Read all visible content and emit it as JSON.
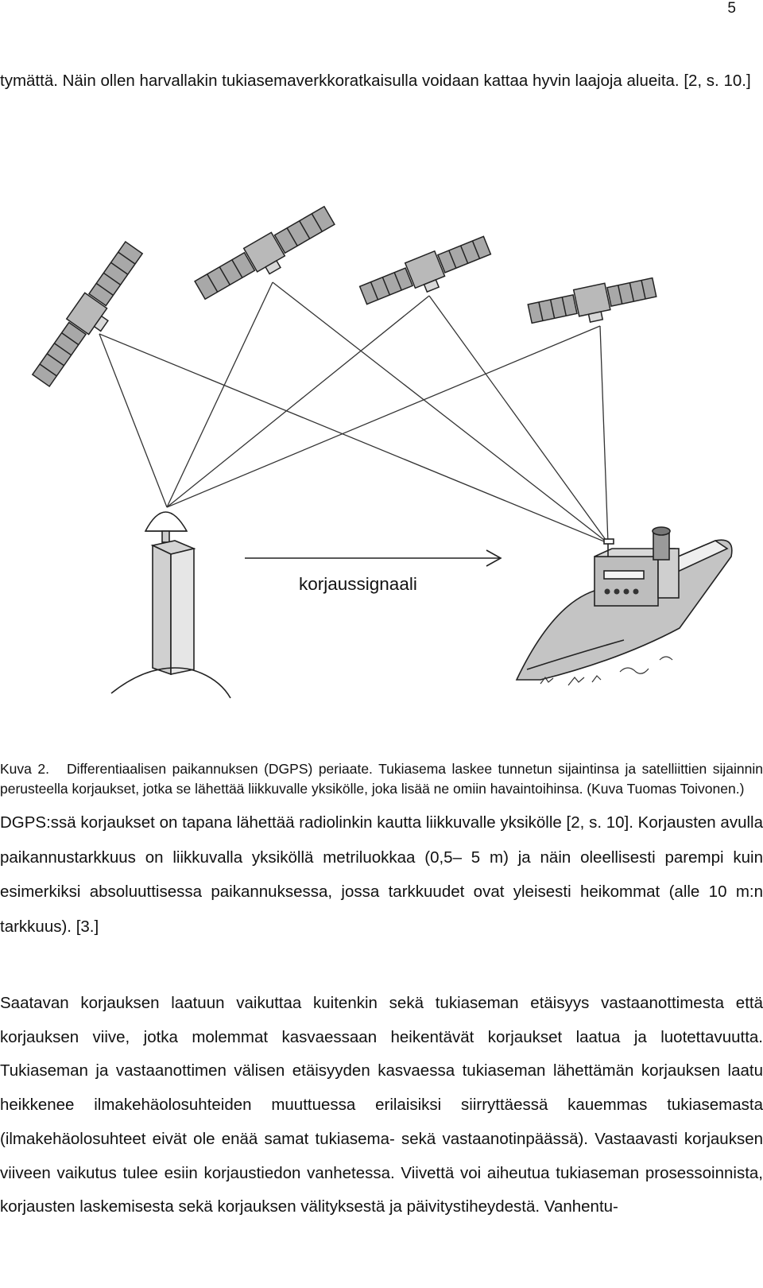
{
  "page": {
    "number": "5"
  },
  "paragraphs": {
    "top": "tymättä. Näin ollen harvallakin tukiasemaverkkoratkaisulla voidaan kattaa hyvin laajoja alueita. [2, s. 10.]",
    "p2": "DGPS:ssä korjaukset on tapana lähettää radiolinkin kautta liikkuvalle yksikölle [2, s. 10]. Korjausten avulla paikannustarkkuus on liikkuvalla yksiköllä metriluokkaa (0,5– 5 m) ja näin oleellisesti parempi kuin esimerkiksi absoluuttisessa paikannuksessa, jossa tarkkuudet ovat yleisesti heikommat (alle 10 m:n tarkkuus). [3.]",
    "p3": "Saatavan korjauksen laatuun vaikuttaa kuitenkin sekä tukiaseman etäisyys vastaanottimesta että korjauksen viive, jotka molemmat kasvaessaan heikentävät korjaukset laatua ja luotettavuutta. Tukiaseman ja vastaanottimen välisen etäisyyden kasvaessa tukiaseman lähettämän korjauksen laatu heikkenee ilmakehäolosuhteiden muuttuessa erilaisiksi siirryttäessä kauemmas tukiasemasta (ilmakehäolosuhteet eivät ole enää samat tukiasema- sekä vastaanotinpäässä). Vastaavasti korjauksen viiveen vaikutus tulee esiin korjaustiedon vanhetessa. Viivettä voi aiheutua tukiaseman prosessoinnista, korjausten laskemisesta sekä korjauksen välityksestä ja päivitystiheydestä. Vanhentu-"
  },
  "figure": {
    "signal_label": "korjaussignaali",
    "caption_label": "Kuva 2.",
    "caption_text": "Differentiaalisen paikannuksen (DGPS) periaate. Tukiasema laskee tunnetun sijaintinsa ja satelliittien sijainnin perusteella korjaukset, jotka se lähettää liikkuvalle yksikölle, joka lisää ne omiin havaintoihinsa. (Kuva Tuomas Toivonen.)"
  }
}
